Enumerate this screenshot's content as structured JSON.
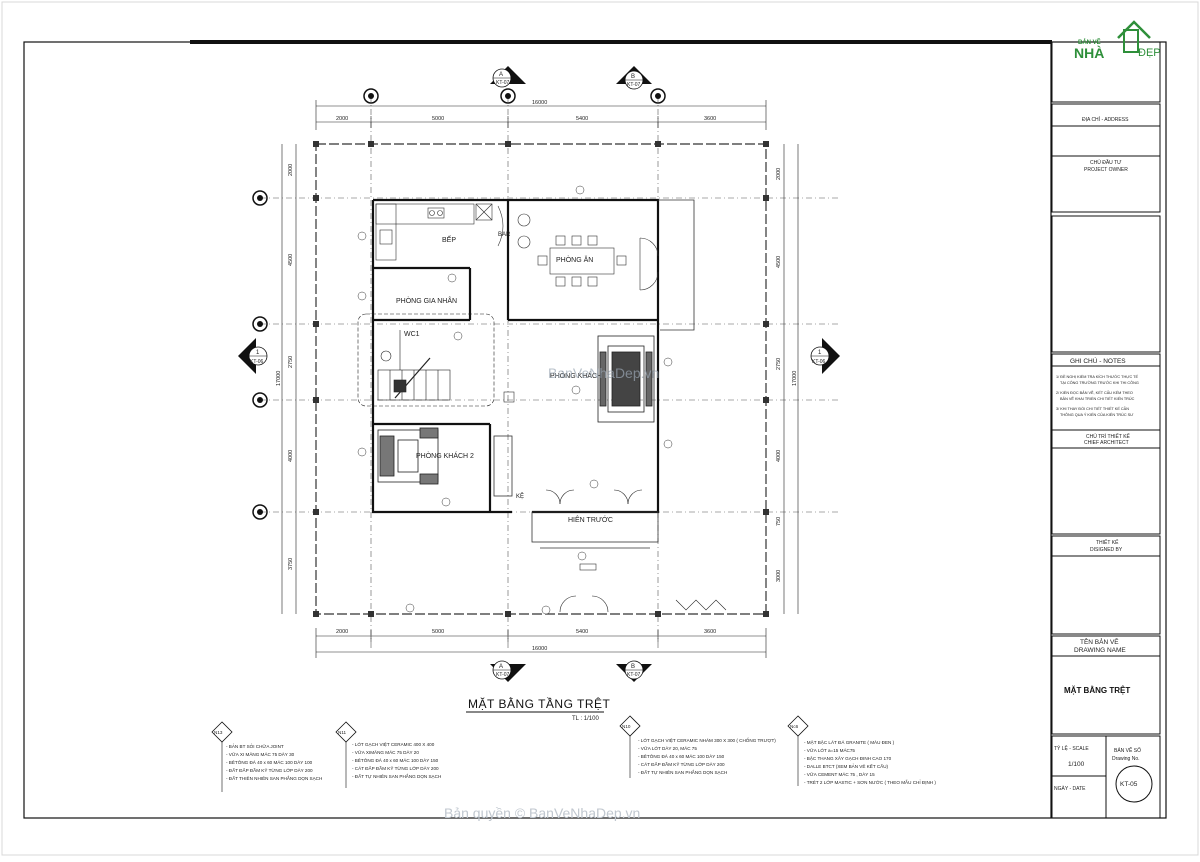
{
  "logo": {
    "line1": "BẢN VẼ",
    "line2": "NHÀ",
    "line3": "ĐẸP"
  },
  "watermark": {
    "center": "BanVeNhaDep.vn",
    "bottom": "Bản quyền © BanVeNhaDep.vn"
  },
  "grid_top": {
    "a": "A",
    "b": "B",
    "ref": "KT-07"
  },
  "grid_side": {
    "num": "1",
    "ref": "KT-06"
  },
  "dims_top": {
    "total": "16000",
    "d1": "2000",
    "d2": "5000",
    "d3": "5400",
    "d4": "3600"
  },
  "dims_bottom": {
    "total": "16000",
    "d1": "2000",
    "d2": "5000",
    "d3": "5400",
    "d4": "3600"
  },
  "dims_left": {
    "total": "17000",
    "d1": "2000",
    "d2": "4500",
    "d3": "2750",
    "d4": "4000",
    "d5": "3750"
  },
  "dims_right": {
    "total": "17000",
    "d1": "2000",
    "d2": "4500",
    "d3": "2750",
    "d4": "4000",
    "d5": "3000",
    "d6": "750"
  },
  "rooms": {
    "bep": "BẾP",
    "bar": "BAR",
    "phong_an": "PHÒNG ĂN",
    "phong_gia_nhan": "PHÒNG GIA NHÂN",
    "wc": "WC1",
    "phong_khach": "PHÒNG KHÁCH",
    "phong_khach2": "PHÒNG KHÁCH 2",
    "ke": "KỆ",
    "hien_truoc": "HIÊN TRƯỚC"
  },
  "title": {
    "main": "MẶT BẰNG TẦNG TRỆT",
    "scale": "TL : 1/100"
  },
  "title_block": {
    "address": "ĐỊA CHỈ - ADDRESS",
    "owner1": "CHỦ ĐẦU TƯ",
    "owner2": "PROJECT OWNER",
    "notes_title": "GHI CHÚ - NOTES",
    "note1a": "1/ ĐỀ NGHỊ KIỂM TRA KÍCH THƯỚC THỰC TẾ",
    "note1b": "TẠI CÔNG TRƯỜNG TRƯỚC KHI THI CÔNG",
    "note2a": "2/ KIỂN ĐỌC BẢN VẼ, KẾT CẤU KẾM THEO",
    "note2b": "BẢN VẼ KHAI TRIỂN CHI TIẾT KIẾN TRÚC",
    "note3a": "3/ KHI THAY ĐỔI CHI TIẾT THIẾT KẾ CẦN",
    "note3b": "THÔNG QUA Ý KIẾN CỦA KIẾN TRÚC SƯ",
    "chief1": "CHỦ TRÌ THIẾT KẾ",
    "chief2": "CHIEF ARCHITECT",
    "design1": "THIẾT KẾ",
    "design2": "DISIGNED BY",
    "drawing_name1": "TÊN BẢN VẼ",
    "drawing_name2": "DRAWING NAME",
    "drawing_title": "MẶT BẰNG TRỆT",
    "scale1": "TỶ LỆ - SCALE",
    "scale_val": "1/100",
    "drawno1": "BẢN VẼ SỐ",
    "drawno2": "Drawing No.",
    "drawno_val": "KT-05",
    "date": "NGÀY - DATE"
  },
  "legends": [
    {
      "tag": "N13",
      "lines": [
        "- BẢN BT SỎI CHỮA JOINT",
        "- VỮA XI MĂNG MÁC 75 DÀY 30",
        "- BÊTÔNG ĐÁ 40 x 60 MÁC 100 DÀY 100",
        "- ĐẤT ĐẮP ĐẦM KỸ TỪNG LỚP DÀY 200",
        "- ĐẤT THIÊN NHIÊN SAN PHẲNG DỌN SẠCH"
      ]
    },
    {
      "tag": "N11",
      "lines": [
        "- LÓT GẠCH VIỆT CERAMIC 400 X 400",
        "- VỮA XIMĂNG MÁC 75 DÀY 20",
        "- BÊTÔNG ĐÁ 40 x 60 MÁC 100 DÀY 150",
        "- CÁT ĐẮP ĐẦM KỸ TỪNG LỚP DÀY 200",
        "- ĐẤT TỰ NHIÊN SAN PHẲNG DỌN SẠCH"
      ]
    },
    {
      "tag": "N10",
      "lines": [
        "- LÓT GẠCH VIỆT CERAMIC NHÁM 300 X 300 ( CHỐNG TRƯỢT)",
        "- VỮA LÓT DÀY 20, MÁC 75",
        "- BÊTÔNG ĐÁ 40 x 60 MÁC 100 DÀY 150",
        "- CÁT ĐẮP ĐẦM KỸ TỪNG LỚP DÀY 200",
        "- ĐẤT TỰ NHIÊN SAN PHẲNG DỌN SẠCH"
      ]
    },
    {
      "tag": "Nc6",
      "lines": [
        "- MẶT BẬC LÁT ĐÁ GRANITE ( MÀU ĐEN )",
        "- VỮA LÓT a=15 MÁC75",
        "- BẬC THANG XÂY GẠCH ĐINH CAO 170",
        "- DALLE BTCT (XEM BẢN VẼ KẾT CẤU)",
        "- VỮA CEMENT MÁC 75 , DÀY 15",
        "- TRÉT 2 LỚP MASTIC + SƠN NƯỚC ( THEO MẪU CHỈ ĐỊNH )"
      ]
    }
  ]
}
